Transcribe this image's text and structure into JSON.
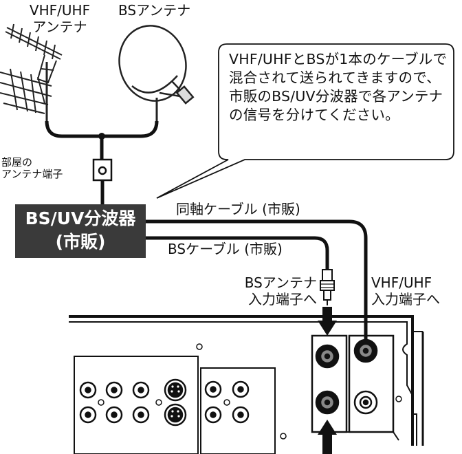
{
  "labels": {
    "vhf_uhf_antenna": [
      "VHF/UHF",
      "アンテナ"
    ],
    "bs_antenna": "BSアンテナ",
    "room_terminal": [
      "部屋の",
      "アンテナ端子"
    ],
    "divider": [
      "BS/UV分波器",
      "(市販)"
    ],
    "coax_cable": "同軸ケーブル (市販)",
    "bs_cable": "BSケーブル (市販)",
    "bs_input": [
      "BSアンテナ",
      "入力端子へ"
    ],
    "vhf_input": [
      "VHF/UHF",
      "入力端子へ"
    ]
  },
  "callout": "VHF/UHFとBSが1本のケーブルで混合されて送られてきますので、市販のBS/UV分波器で各アンテナの信号を分けてください。"
}
